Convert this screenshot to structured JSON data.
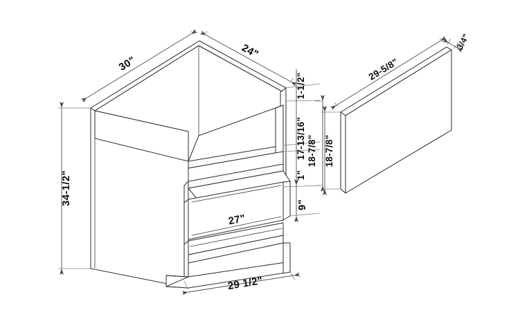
{
  "drawing": {
    "title": "Base Microwave Cabinet Isometric Dimension Drawing",
    "background_color": "#ffffff",
    "line_color": "#2b2b2b",
    "text_color": "#0d0d0d",
    "units": "inches"
  },
  "cabinet": {
    "name": "base-microwave-cabinet",
    "dimensions": {
      "overall_height": "34-1/2\"",
      "overall_width_top_left": "30\"",
      "overall_depth_top_right": "24\"",
      "top_rail": "1-1/2\"",
      "opening_height": "17-13/16\"",
      "shelf_thickness": "1\"",
      "drawer_height": "9\"",
      "drawer_front_width": "27\"",
      "base_front_width": "29 1/2\""
    }
  },
  "panel": {
    "name": "finished-end-panel",
    "dimensions": {
      "length": "29-5/8\"",
      "height": "18-7/8\"",
      "thickness": "3/4\""
    }
  },
  "labels": {
    "width_30": "30\"",
    "depth_24": "24\"",
    "height_34_5": "34-1/2\"",
    "rail_1_5": "1-1/2\"",
    "opening_17_13_16": "17-13/16\"",
    "shelf_1": "1\"",
    "drawer_9": "9\"",
    "panel_height_18_7_8": "18-7/8\"",
    "drawer_front_27": "27\"",
    "base_29_1_2": "29 1/2\"",
    "panel_length_29_5_8": "29-5/8\"",
    "panel_thickness_3_4": "3/4\""
  }
}
